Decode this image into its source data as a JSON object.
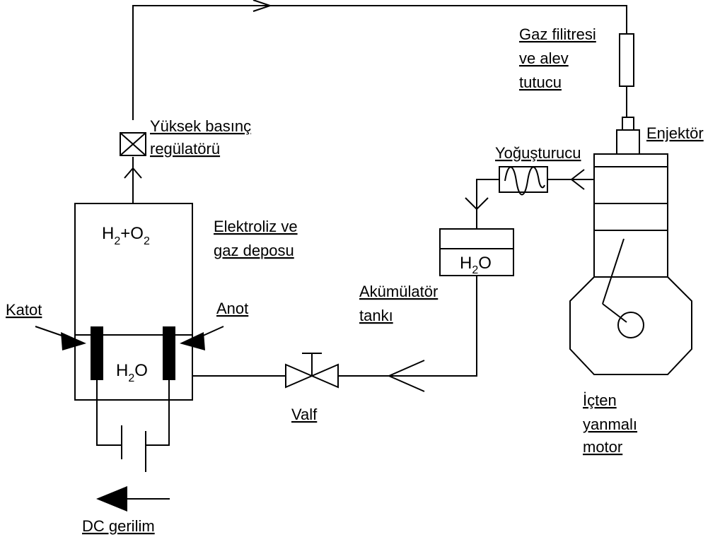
{
  "labels": {
    "gas_filter_1": "Gaz filitresi",
    "gas_filter_2": "ve alev",
    "gas_filter_3": "tutucu",
    "regulator_1": "Yüksek basınç",
    "regulator_2": "regülatörü",
    "injector": "Enjektör",
    "condenser": "Yoğuşturucu",
    "electrolysis_1": "Elektroliz ve",
    "electrolysis_2": "gaz deposu",
    "cathode": "Katot",
    "anode": "Anot",
    "accumulator_1": "Akümülatör",
    "accumulator_2": "tankı",
    "valve": "Valf",
    "engine_1": "İçten",
    "engine_2": "yanmalı",
    "engine_3": "motor",
    "dc_voltage": "DC gerilim"
  },
  "tank_gas": {
    "h": "H",
    "two_a": "2",
    "plus": "+",
    "o": "O",
    "two_b": "2"
  },
  "tank_water": {
    "h": "H",
    "two": "2",
    "o": "O"
  },
  "accumulator_water": {
    "h": "H",
    "two": "2",
    "o": "O"
  }
}
